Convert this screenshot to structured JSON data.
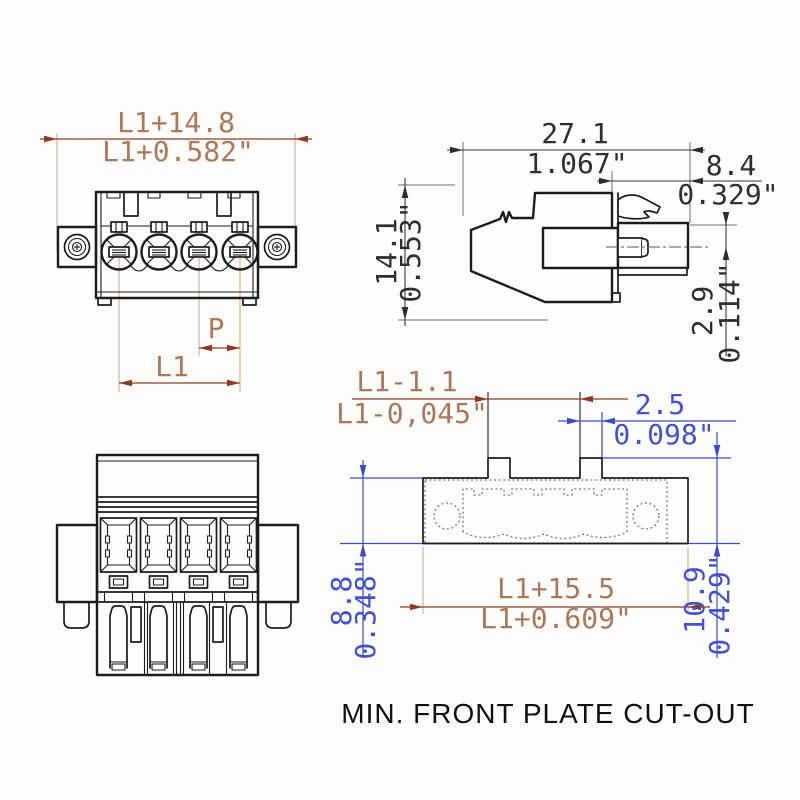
{
  "caption": "MIN. FRONT PLATE CUT-OUT",
  "views": {
    "front": {
      "dims": {
        "width_mm": "L1+14.8",
        "width_in": "L1+0.582\"",
        "pitch": "P",
        "length": "L1"
      }
    },
    "side": {
      "dims": {
        "width_mm": "27.1",
        "width_in": "1.067\"",
        "latch_mm": "8.4",
        "latch_in": "0.329\"",
        "height_mm": "14.1",
        "height_in": "0.553\"",
        "pin_mm": "2.9",
        "pin_in": "0.114\""
      }
    },
    "cutout": {
      "dims": {
        "l1_minus_mm": "L1-1.1",
        "l1_minus_in": "L1-0,045\"",
        "notch_mm": "2.5",
        "notch_in": "0.098\"",
        "left_mm": "8.8",
        "left_in": "0.348\"",
        "width_mm": "L1+15.5",
        "width_in": "L1+0.609\"",
        "right_mm": "10.9",
        "right_in": "0.429\""
      }
    }
  },
  "colors": {
    "line_black": "#1c1c1c",
    "dim_brown": "#8c3b22",
    "text_brown": "#a9795c",
    "ext_tan": "#cfae94",
    "dim_blue": "#3a4cc9",
    "text_blue": "#4252cc"
  }
}
